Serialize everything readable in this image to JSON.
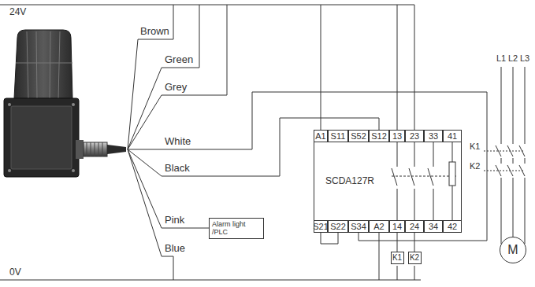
{
  "diagram": {
    "nodes": [
      {
        "text": [
          "SCDA127R"
        ]
      },
      {
        "text": [
          "Alarm light /PLC"
        ]
      },
      {
        "text": [
          "K1"
        ]
      },
      {
        "text": [
          "K2"
        ]
      },
      {
        "text": [
          "M"
        ]
      }
    ],
    "edges": [
      {
        "from": 0,
        "to": 2,
        "arrow": "none"
      },
      {
        "from": 0,
        "to": 3,
        "arrow": "none"
      }
    ],
    "labels": [
      "24V",
      "0V",
      "Brown",
      "Green",
      "Grey",
      "White",
      "Black",
      "Pink",
      "Blue",
      "A1",
      "S11",
      "S52",
      "S12",
      "13",
      "23",
      "33",
      "41",
      "S21",
      "S22",
      "S34",
      "A2",
      "14",
      "24",
      "34",
      "42",
      "K1",
      "K2",
      "L1",
      "L2",
      "L3"
    ]
  }
}
